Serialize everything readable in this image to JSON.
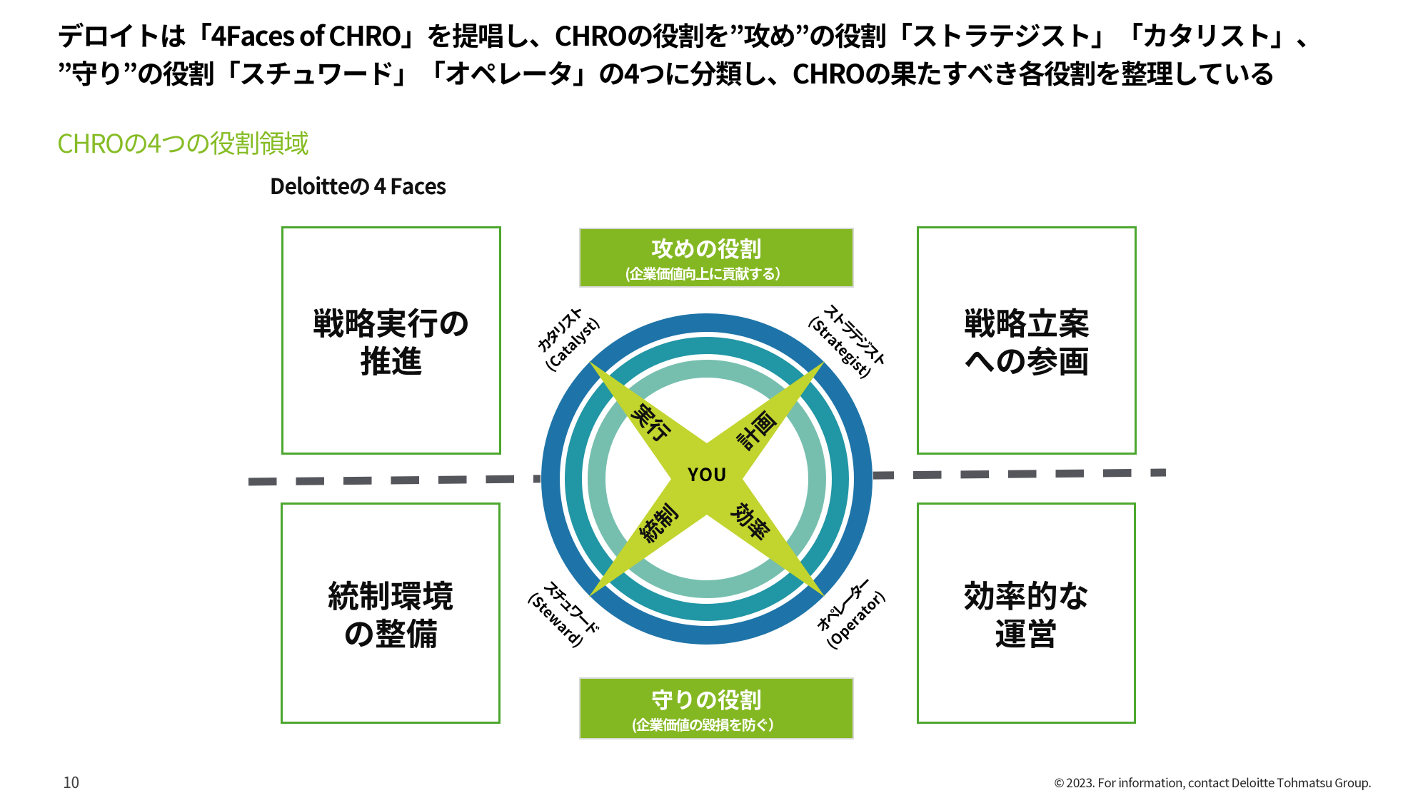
{
  "slide": {
    "title_line1": "デロイトは「4Faces of CHRO」を提唱し、CHROの役割を”攻め”の役割「ストラテジスト」「カタリスト」、",
    "title_line2": "”守り”の役割「スチュワード」「オペレータ」の4つに分類し、CHROの果たすべき各役割を整理している",
    "section_heading": "CHROの4つの役割領域",
    "diagram_caption": "Deloitteの 4 Faces",
    "footer": {
      "page_number": "10",
      "copyright": "© 2023. For information, contact Deloitte Tohmatsu Group."
    }
  },
  "quadrant_boxes": [
    {
      "position": "top-left",
      "line1": "戦略実行の",
      "line2": "推進"
    },
    {
      "position": "top-right",
      "line1": "戦略立案",
      "line2": "への参画"
    },
    {
      "position": "bottom-left",
      "line1": "統制環境",
      "line2": "の整備"
    },
    {
      "position": "bottom-right",
      "line1": "効率的な",
      "line2": "運営"
    }
  ],
  "role_banners": {
    "offense": {
      "title": "攻めの役割",
      "subtitle": "(企業価値向上に貢献する）"
    },
    "defense": {
      "title": "守りの役割",
      "subtitle": "(企業価値の毀損を防ぐ）"
    }
  },
  "faces_diagram": {
    "center_label": "YOU",
    "faces": [
      {
        "jp": "カタリスト",
        "en": "(Catalyst)",
        "position": "top-left"
      },
      {
        "jp": "ストラテジスト",
        "en": "(Strategist)",
        "position": "top-right"
      },
      {
        "jp": "スチュワード",
        "en": "(Steward)",
        "position": "bottom-left"
      },
      {
        "jp": "オペレーター",
        "en": "(Operator)",
        "position": "bottom-right"
      }
    ],
    "activities": [
      {
        "label": "実行",
        "position": "top-left"
      },
      {
        "label": "計画",
        "position": "top-right"
      },
      {
        "label": "統制",
        "position": "bottom-left"
      },
      {
        "label": "効率",
        "position": "bottom-right"
      }
    ]
  },
  "colors": {
    "deloitte_green": "#86BC25",
    "banner_green": "#84B822",
    "box_border_green": "#4CA72E",
    "ring_outer_blue": "#1E74A8",
    "ring_middle_teal": "#2196A5",
    "ring_inner_seafoam": "#76BFAF",
    "star_green": "#C2D42E",
    "dash_gray": "#54565B",
    "title_black": "#0D0D0D"
  }
}
